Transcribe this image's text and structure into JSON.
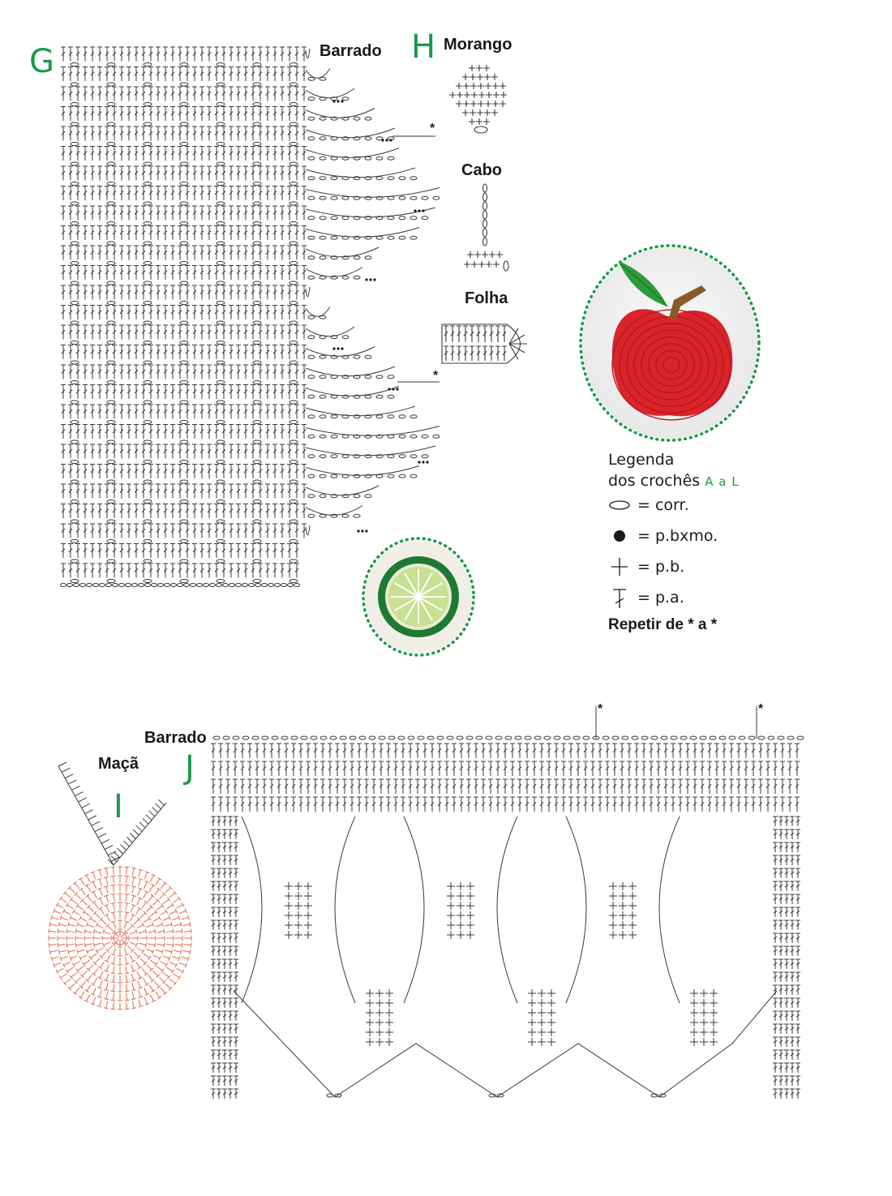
{
  "diagram_g": {
    "letter": "G",
    "title": "Barrado"
  },
  "diagram_h": {
    "letter": "H",
    "title": "Morango",
    "cabo_title": "Cabo",
    "folha_title": "Folha"
  },
  "diagram_i": {
    "letter": "I",
    "title": "Maçã"
  },
  "diagram_j": {
    "letter": "J",
    "title": "Barrado"
  },
  "repeat_marker": "*",
  "legend": {
    "title_line1": "Legenda",
    "title_line2": "dos crochês",
    "range": "A a L",
    "items": [
      {
        "symbol": "chain-oval-icon",
        "label": "= corr."
      },
      {
        "symbol": "slip-stitch-dot-icon",
        "label": "= p.bxmo."
      },
      {
        "symbol": "single-crochet-cross-icon",
        "label": "= p.b."
      },
      {
        "symbol": "double-crochet-t-icon",
        "label": "= p.a."
      }
    ],
    "repeat_note": "Repetir de * a *"
  },
  "colors": {
    "accent_green": "#1a9a4a",
    "chart_ink": "#3a3a3a",
    "apple_chart": "#e0684a",
    "apple_red": "#d8242a",
    "leaf_green": "#2e9a3a",
    "stem_brown": "#8a5a2a",
    "lime_outer": "#1e7a32",
    "lime_inner": "#c8e090"
  }
}
